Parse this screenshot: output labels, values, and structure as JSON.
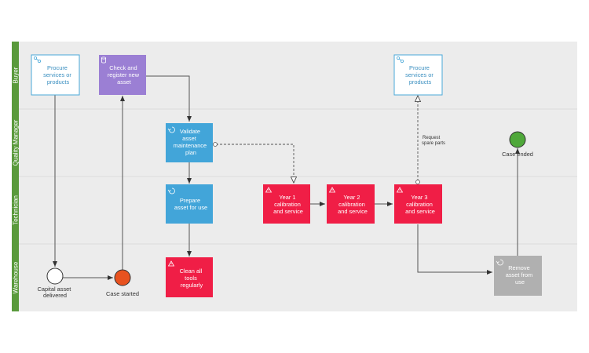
{
  "lanes": [
    {
      "label": "Buyer"
    },
    {
      "label": "Quality Manager"
    },
    {
      "label": "Technician"
    },
    {
      "label": "Warehouse"
    }
  ],
  "tasks": {
    "procure_1": {
      "lines": [
        "Procure",
        "services or",
        "products"
      ],
      "icon": "subprocess-icon"
    },
    "check_register": {
      "lines": [
        "Check and",
        "register new",
        "asset"
      ],
      "icon": "database-icon"
    },
    "procure_2": {
      "lines": [
        "Procure",
        "services or",
        "products"
      ],
      "icon": "subprocess-icon"
    },
    "validate": {
      "lines": [
        "Validate",
        "asset",
        "maintenance",
        "plan"
      ],
      "icon": "loop-icon"
    },
    "prepare": {
      "lines": [
        "Prepare",
        "asset for use"
      ],
      "icon": "loop-icon"
    },
    "clean": {
      "lines": [
        "Clean all",
        "tools",
        "regularly"
      ],
      "icon": "warning-icon"
    },
    "year1": {
      "lines": [
        "Year 1",
        "calibration",
        "and service"
      ],
      "icon": "warning-icon"
    },
    "year2": {
      "lines": [
        "Year 2",
        "calibration",
        "and service"
      ],
      "icon": "warning-icon"
    },
    "year3": {
      "lines": [
        "Year 3",
        "calibration",
        "and service"
      ],
      "icon": "warning-icon"
    },
    "remove": {
      "lines": [
        "Remove",
        "asset from",
        "use"
      ],
      "icon": "loop-icon"
    }
  },
  "events": {
    "capital_asset": {
      "lines": [
        "Capital asset",
        "delivered"
      ]
    },
    "case_started": {
      "lines": [
        "Case started"
      ]
    },
    "case_ended": {
      "lines": [
        "Case ended"
      ]
    }
  },
  "annotations": {
    "request_spare": {
      "lines": [
        "Request",
        "spare parts"
      ]
    }
  },
  "colors": {
    "lane_bar": "#5a9a3c",
    "lane_bg": "#ececec",
    "lane_divider": "#dcdcdc",
    "task_white_border": "#4aa8d8",
    "task_white_text": "#3a8fc0",
    "task_purple": "#9b7fd4",
    "task_blue": "#42a5d9",
    "task_red": "#f01e46",
    "task_gray": "#b0b0b0",
    "event_start_fill": "#e8521f",
    "event_end_fill": "#4fa83a",
    "line": "#555555"
  }
}
